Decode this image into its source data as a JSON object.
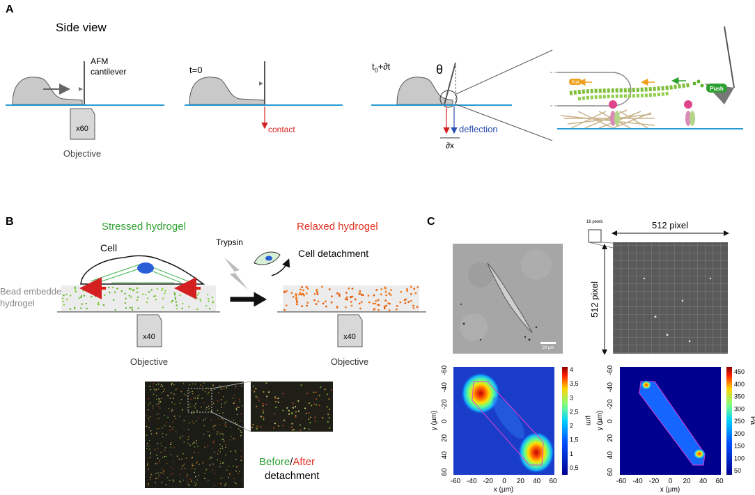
{
  "panel_a": {
    "letter": "A",
    "side_view": "Side view",
    "cantilever": [
      "AFM",
      "cantilever"
    ],
    "objective_mag": "x60",
    "objective": "Objective",
    "t0": "t=0",
    "contact": "contact",
    "t_next": "t",
    "t_next_sub": "0",
    "t_next_rest": "+∂t",
    "theta": "θ",
    "deflection": "deflection",
    "dx": "∂x",
    "pull": "Pull",
    "push": "Push"
  },
  "panel_b": {
    "letter": "B",
    "stressed": "Stressed hydrogel",
    "relaxed": "Relaxed hydrogel",
    "cell": "Cell",
    "trypsin": "Trypsin",
    "detachment": "Cell detachment",
    "bead_gel": [
      "Bead embedded",
      "hydrogel"
    ],
    "objective_mag_left": "x40",
    "objective_mag_right": "x40",
    "objective_left": "Objective",
    "objective_right": "Objective",
    "before": "Before",
    "slash": "/",
    "after": "After",
    "detachment_word": "detachment"
  },
  "panel_c": {
    "letter": "C",
    "pixels_16": "16 pixels",
    "pixel_512_x": "512 pixel",
    "pixel_512_y": "512 pixel",
    "scale_bar": "20 µm",
    "colors": {
      "low": "#00008f",
      "mid": "#00c8ff",
      "hi": "#ffd200",
      "top": "#8b0000"
    },
    "map_left": {
      "xlabel": "x (µm)",
      "ylabel": "y (µm)",
      "xticks": [
        "-60",
        "-40",
        "-20",
        "0",
        "20",
        "40",
        "60"
      ],
      "yticks": [
        "-60",
        "-40",
        "-20",
        "0",
        "20",
        "40",
        "60"
      ],
      "cbar_unit": "µm",
      "cbar_ticks": [
        "4",
        "3,5",
        "3",
        "2,5",
        "2",
        "1,5",
        "1",
        "0,5"
      ]
    },
    "map_right": {
      "xlabel": "x (µm)",
      "ylabel": "y (µm)",
      "xticks": [
        "-60",
        "-40",
        "-20",
        "0",
        "20",
        "40",
        "60"
      ],
      "yticks": [
        "-60",
        "-40",
        "-20",
        "0",
        "20",
        "40",
        "60"
      ],
      "cbar_unit": "Pa",
      "cbar_ticks": [
        "450",
        "400",
        "350",
        "300",
        "250",
        "200",
        "150",
        "100",
        "50"
      ]
    }
  }
}
